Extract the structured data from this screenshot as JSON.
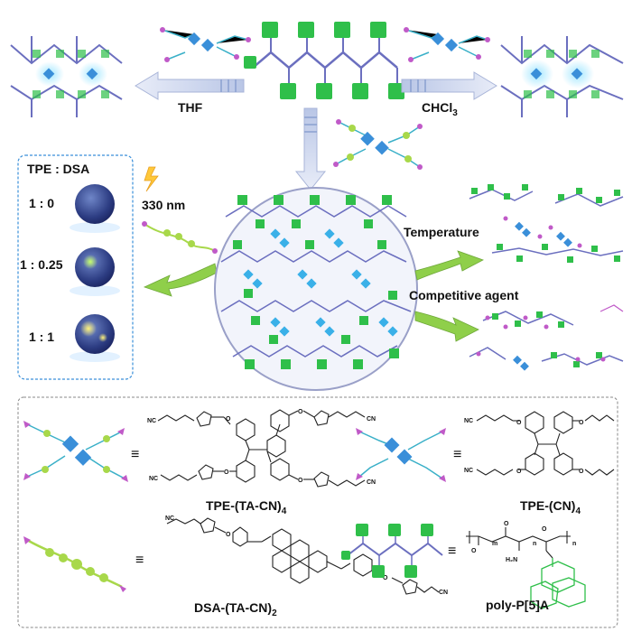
{
  "top": {
    "left_solvent": "THF",
    "right_solvent_base": "CHCl",
    "right_solvent_sub": "3"
  },
  "panel_left": {
    "title": "TPE : DSA",
    "ratios": [
      "1 : 0",
      "1 : 0.25",
      "1 : 1"
    ],
    "excitation": "330 nm"
  },
  "stimuli": {
    "temperature": "Temperature",
    "competitive": "Competitive agent"
  },
  "legend": {
    "equiv": "≡",
    "tpe_ta_cn": {
      "base": "TPE-(TA-CN)",
      "sub": "4"
    },
    "tpe_cn": {
      "base": "TPE-(CN)",
      "sub": "4"
    },
    "dsa_ta_cn": {
      "base": "DSA-(TA-CN)",
      "sub": "2"
    },
    "poly": "poly-P[5]A",
    "atoms": {
      "nc": "NC",
      "cn": "CN",
      "n": "N",
      "o": "O",
      "h2n": "H₂N",
      "m": "m",
      "n_idx": "n"
    }
  },
  "colors": {
    "polymer": "#6b6fbf",
    "pillar": "#2fbf4a",
    "tpe_blue": "#3a8fd9",
    "cyan_glow": "#7fd8ff",
    "arrow_grad": "#c8c8e8",
    "green_arrow": "#8fcf4a",
    "nitrile_tip": "#c05ac8",
    "dsa_green": "#a8d84a"
  }
}
